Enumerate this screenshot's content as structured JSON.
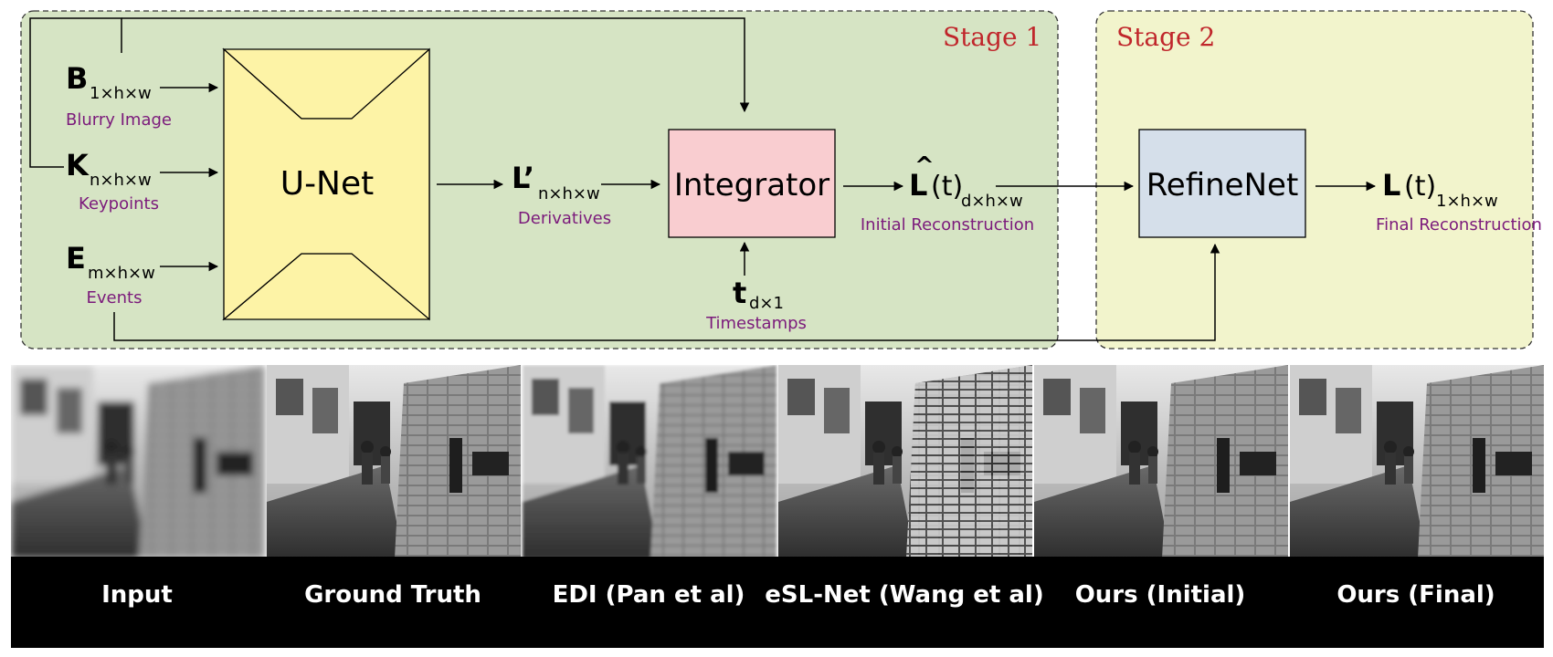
{
  "stage1": {
    "title": "Stage 1",
    "bg": "#d6e4c4",
    "title_color": "#c0262b"
  },
  "stage2": {
    "title": "Stage 2",
    "bg": "#f2f4cc",
    "title_color": "#c0262b"
  },
  "inputs": [
    {
      "symbol": "B",
      "subscript": "1×h×w",
      "desc": "Blurry Image"
    },
    {
      "symbol": "K",
      "subscript": "n×h×w",
      "desc": "Keypoints"
    },
    {
      "symbol": "E",
      "subscript": "m×h×w",
      "desc": "Events"
    }
  ],
  "unet": {
    "label": "U-Net",
    "color": "#fdf3a6"
  },
  "derivatives": {
    "symbol": "L’",
    "subscript": "n×h×w",
    "desc": "Derivatives"
  },
  "integrator": {
    "label": "Integrator",
    "color": "#f9cdd0"
  },
  "timestamps": {
    "symbol": "t",
    "subscript": "d×1",
    "desc": "Timestamps"
  },
  "initial": {
    "symbol": "L",
    "arg": "(t)",
    "subscript": "d×h×w",
    "desc": "Initial Reconstruction"
  },
  "refinenet": {
    "label": "RefineNet",
    "color": "#d5dfea"
  },
  "final": {
    "symbol": "L",
    "arg": "(t)",
    "subscript": "1×h×w",
    "desc": "Final Reconstruction"
  },
  "desc_color": "#7b1a7b",
  "captions": [
    "Input",
    "Ground Truth",
    "EDI (Pan et al)",
    "eSL-Net (Wang et al)",
    "Ours (Initial)",
    "Ours (Final)"
  ]
}
